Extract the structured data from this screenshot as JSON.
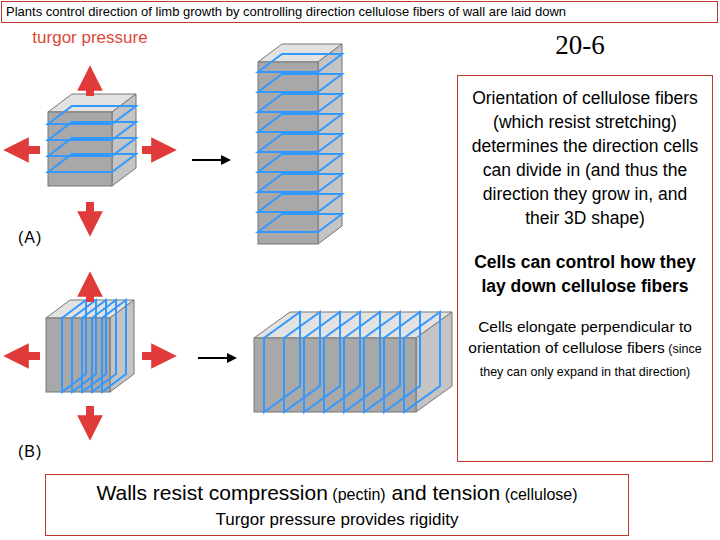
{
  "diagram": {
    "title": "Plants control direction of limb growth by controlling direction cellulose fibers of wall are laid down",
    "nodes": [
      {
        "text": [
          "Orientation of cellulose fibers (which resist stretching) determines the direction cells can divide in (and thus the direction they grow in, and their 3D shape)",
          "Cells can control how they lay down cellulose fibers",
          "Cells elongate perpendicular to orientation of cellulose fibers",
          "(since they can only expand in that direction)"
        ]
      },
      {
        "text": [
          "Walls resist compression",
          "(pectin)",
          "and tension",
          "(cellulose)",
          "Turgor pressure provides rigidity"
        ]
      }
    ],
    "labels": [
      "turgor pressure",
      "20-6",
      "(A)",
      "(B)"
    ]
  }
}
